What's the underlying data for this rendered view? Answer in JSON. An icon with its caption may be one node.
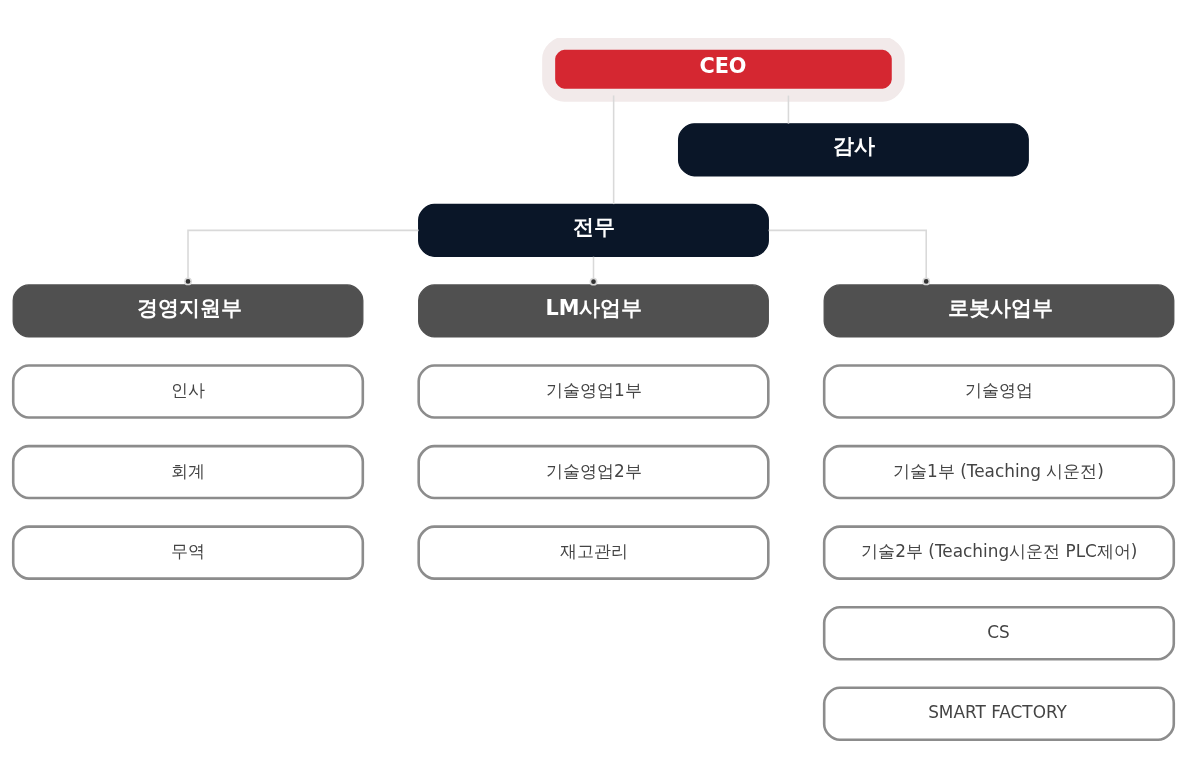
{
  "diagram": {
    "nodes": [
      {
        "text": [
          "CEO"
        ]
      },
      {
        "text": [
          "감사"
        ]
      },
      {
        "text": [
          "전무"
        ]
      },
      {
        "text": [
          "경영지원부"
        ]
      },
      {
        "text": [
          "LM사업부"
        ]
      },
      {
        "text": [
          "로봇사업부"
        ]
      },
      {
        "text": [
          "인사"
        ]
      },
      {
        "text": [
          "회계"
        ]
      },
      {
        "text": [
          "무역"
        ]
      },
      {
        "text": [
          "기술영업1부"
        ]
      },
      {
        "text": [
          "기술영업2부"
        ]
      },
      {
        "text": [
          "재고관리"
        ]
      },
      {
        "text": [
          "기술영업"
        ]
      },
      {
        "text": [
          "기술1부 (Teaching 시운전)"
        ]
      },
      {
        "text": [
          "기술2부 (Teaching시운전 PLC제어)"
        ]
      },
      {
        "text": [
          "CS"
        ]
      },
      {
        "text": [
          "SMART FACTORY"
        ]
      }
    ],
    "edges": [
      {
        "from": 0,
        "to": 2,
        "arrow": "none"
      },
      {
        "from": 0,
        "to": 1,
        "arrow": "none"
      },
      {
        "from": 2,
        "to": 3,
        "arrow": "other"
      },
      {
        "from": 2,
        "to": 4,
        "arrow": "other"
      },
      {
        "from": 2,
        "to": 5,
        "arrow": "other"
      }
    ]
  }
}
